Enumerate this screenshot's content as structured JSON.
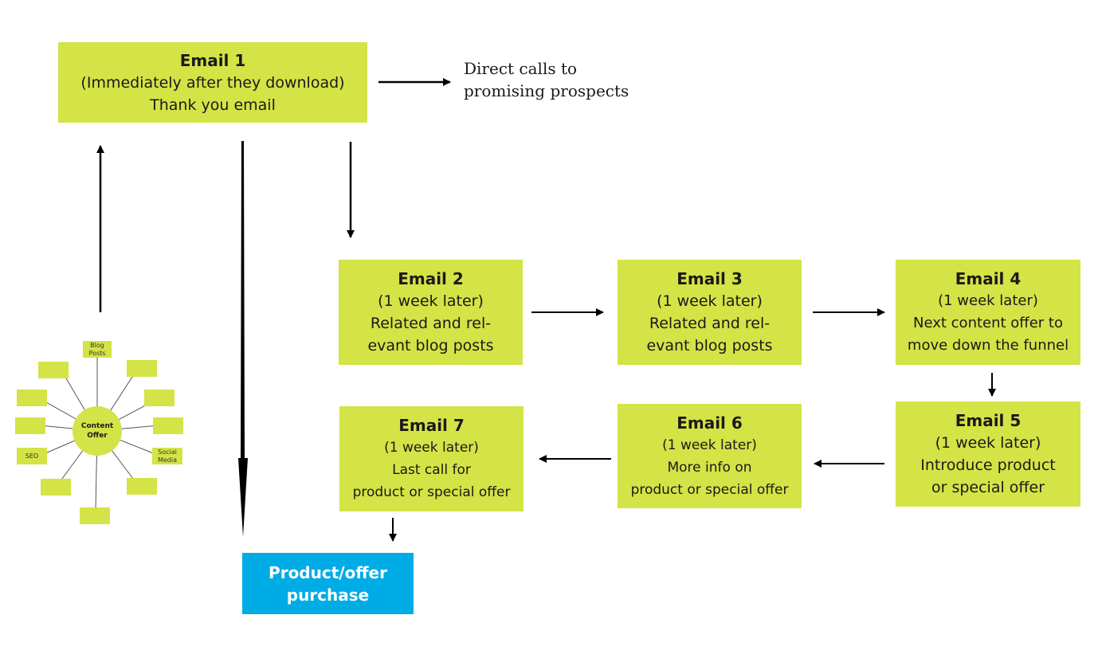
{
  "emails": [
    {
      "title": "Email 1",
      "lines": [
        "(Immediately after they download)",
        "Thank you email"
      ]
    },
    {
      "title": "Email 2",
      "lines": [
        "(1 week later)",
        "Related and rel-",
        "evant blog posts"
      ]
    },
    {
      "title": "Email 3",
      "lines": [
        "(1 week later)",
        "Related and rel-",
        "evant blog posts"
      ]
    },
    {
      "title": "Email 4",
      "lines": [
        "(1 week later)",
        "Next content offer to",
        "move down the funnel"
      ]
    },
    {
      "title": "Email 5",
      "lines": [
        "(1 week later)",
        "Introduce product",
        "or special offer"
      ]
    },
    {
      "title": "Email 6",
      "lines": [
        "(1 week later)",
        "More info on",
        "product or special offer"
      ]
    },
    {
      "title": "Email 7",
      "lines": [
        "(1 week later)",
        "Last call for",
        "product or special offer"
      ]
    }
  ],
  "direct_calls": [
    "Direct calls to",
    "promising prospects"
  ],
  "purchase": [
    "Product/offer",
    "purchase"
  ],
  "content_offer": {
    "hub": [
      "Content",
      "Offer"
    ],
    "blog_posts": [
      "Blog",
      "Posts"
    ],
    "seo": "SEO",
    "social_media": [
      "Social",
      "Media"
    ]
  },
  "colors": {
    "box": "#d4e346",
    "purchase": "#00ace6",
    "arrow": "#000000"
  }
}
